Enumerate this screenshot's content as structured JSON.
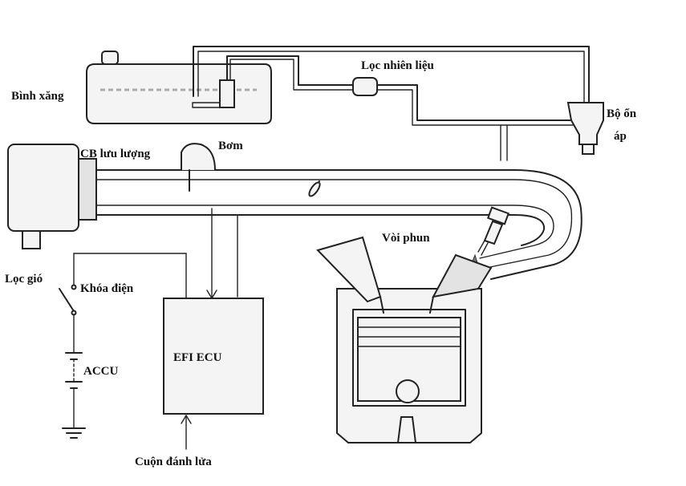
{
  "labels": {
    "fuel_tank": "Bình xăng",
    "fuel_filter": "Lọc nhiên liệu",
    "pressure_regulator_line1": "Bộ ổn",
    "pressure_regulator_line2": "áp",
    "airflow_sensor": "CB lưu lượng",
    "pump": "Bơm",
    "injector": "Vòi phun",
    "air_filter": "Lọc gió",
    "ignition_switch": "Khóa điện",
    "battery": "ACCU",
    "ecu": "EFI ECU",
    "ignition_coil": "Cuộn đánh lửa"
  }
}
